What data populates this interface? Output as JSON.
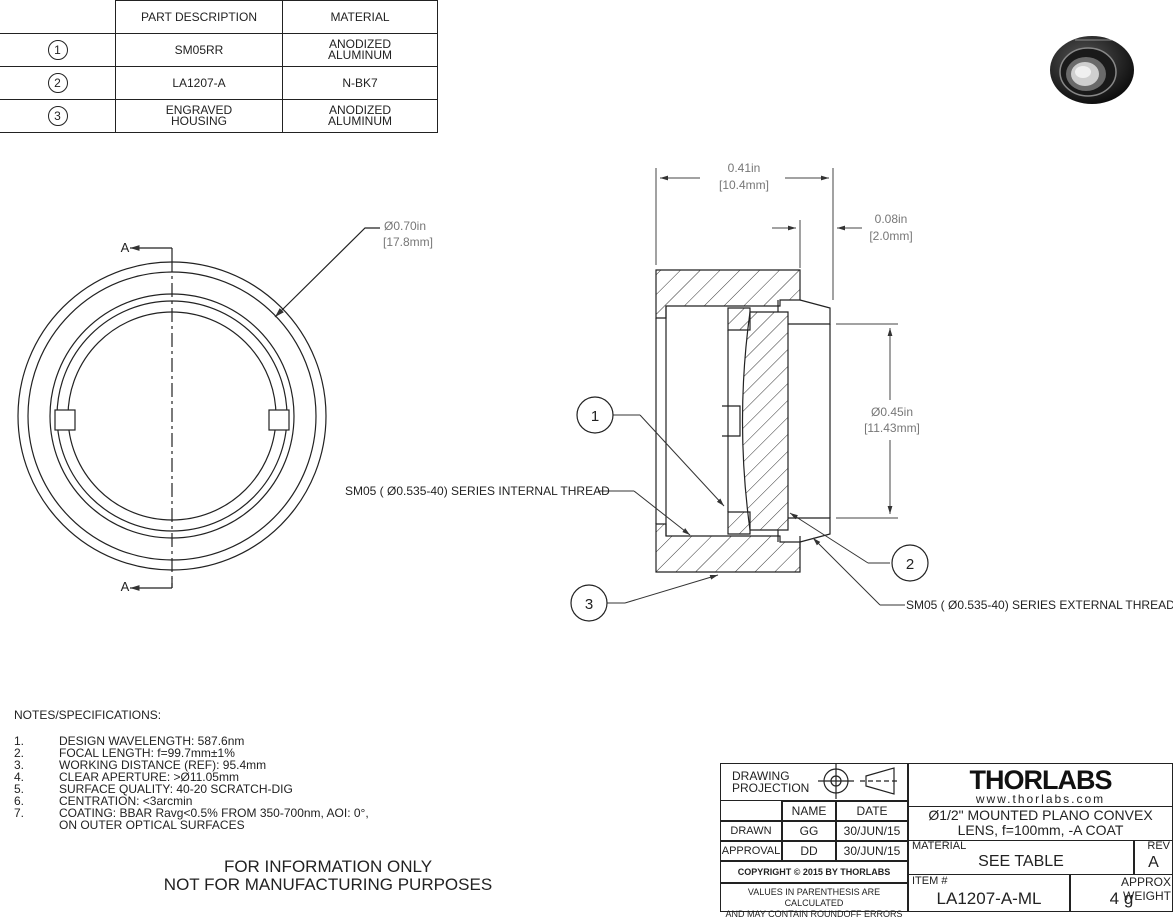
{
  "parts_table": {
    "headers": [
      "PART DESCRIPTION",
      "MATERIAL"
    ],
    "rows": [
      {
        "item": "1",
        "description": "SM05RR",
        "material": "ANODIZED ALUMINUM"
      },
      {
        "item": "2",
        "description": "LA1207-A",
        "material": "N-BK7"
      },
      {
        "item": "3",
        "description": "ENGRAVED HOUSING",
        "material": "ANODIZED ALUMINUM"
      }
    ]
  },
  "front_view": {
    "section_label_top": "A",
    "section_label_bottom": "A",
    "dim_outer_in": "Ø0.70in",
    "dim_outer_mm": "[17.8mm]"
  },
  "section_view": {
    "dim_length_in": "0.41in",
    "dim_length_mm": "[10.4mm]",
    "dim_thread_in": "0.08in",
    "dim_thread_mm": "[2.0mm]",
    "dim_aperture_in": "Ø0.45in",
    "dim_aperture_mm": "[11.43mm]",
    "callout_internal": "SM05 ( Ø0.535-40) SERIES INTERNAL THREAD",
    "callout_external": "SM05 ( Ø0.535-40) SERIES EXTERNAL THREAD",
    "balloons": [
      "1",
      "2",
      "3"
    ]
  },
  "notes": {
    "title": "NOTES/SPECIFICATIONS:",
    "items": [
      {
        "n": "1.",
        "text": "DESIGN WAVELENGTH: 587.6nm"
      },
      {
        "n": "2.",
        "text": "FOCAL LENGTH: f=99.7mm±1%"
      },
      {
        "n": "3.",
        "text": "WORKING DISTANCE (REF): 95.4mm"
      },
      {
        "n": "4.",
        "text": "CLEAR APERTURE: >Ø11.05mm"
      },
      {
        "n": "5.",
        "text": "SURFACE QUALITY: 40-20 SCRATCH-DIG"
      },
      {
        "n": "6.",
        "text": "CENTRATION: <3arcmin"
      },
      {
        "n": "7.",
        "text": "COATING: BBAR Ravg<0.5% FROM 350-700nm, AOI: 0°,\nON OUTER OPTICAL SURFACES"
      }
    ]
  },
  "info": {
    "line1": "FOR INFORMATION ONLY",
    "line2": "NOT FOR MANUFACTURING PURPOSES"
  },
  "title_block": {
    "drawing_projection": "DRAWING PROJECTION",
    "name_header": "NAME",
    "date_header": "DATE",
    "drawn_label": "DRAWN",
    "drawn_name": "GG",
    "drawn_date": "30/JUN/15",
    "approval_label": "APPROVAL",
    "approval_name": "DD",
    "approval_date": "30/JUN/15",
    "copyright": "COPYRIGHT © 2015 BY THORLABS",
    "values_note_1": "VALUES IN PARENTHESIS ARE CALCULATED",
    "values_note_2": "AND MAY CONTAIN ROUNDOFF ERRORS",
    "logo": "THORLABS",
    "website": "www.thorlabs.com",
    "title_line1": "Ø1/2\" MOUNTED PLANO CONVEX",
    "title_line2": "LENS, f=100mm, -A COAT",
    "material_label": "MATERIAL",
    "material_value": "SEE TABLE",
    "rev_label": "REV",
    "rev_value": "A",
    "item_label": "ITEM #",
    "item_value": "LA1207-A-ML",
    "weight_label": "APPROX WEIGHT",
    "weight_value": "4 g"
  }
}
